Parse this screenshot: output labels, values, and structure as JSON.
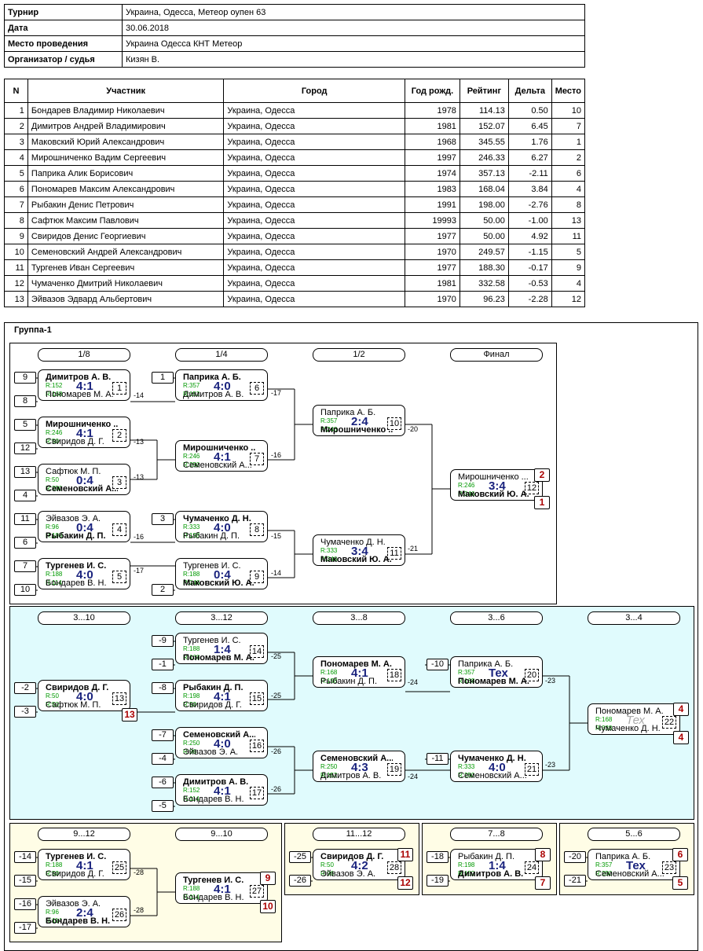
{
  "info": [
    {
      "k": "Турнир",
      "v": "Украина, Одесса, Метеор оупен 63"
    },
    {
      "k": "Дата",
      "v": "30.06.2018"
    },
    {
      "k": "Место проведения",
      "v": "Украина Одесса КНТ Метеор"
    },
    {
      "k": "Организатор / судья",
      "v": "Кизян В."
    }
  ],
  "headers": [
    "N",
    "Участник",
    "Город",
    "Год рожд.",
    "Рейтинг",
    "Дельта",
    "Место"
  ],
  "participants": [
    [
      "1",
      "Бондарев Владимир Николаевич",
      "Украина, Одесса",
      "1978",
      "114.13",
      "0.50",
      "10"
    ],
    [
      "2",
      "Димитров Андрей Владимирович",
      "Украина, Одесса",
      "1981",
      "152.07",
      "6.45",
      "7"
    ],
    [
      "3",
      "Маковский Юрий Александрович",
      "Украина, Одесса",
      "1968",
      "345.55",
      "1.76",
      "1"
    ],
    [
      "4",
      "Мирошниченко Вадим Сергеевич",
      "Украина, Одесса",
      "1997",
      "246.33",
      "6.27",
      "2"
    ],
    [
      "5",
      "Паприка Алик Борисович",
      "Украина, Одесса",
      "1974",
      "357.13",
      "-2.11",
      "6"
    ],
    [
      "6",
      "Пономарев Максим Александрович",
      "Украина, Одесса",
      "1983",
      "168.04",
      "3.84",
      "4"
    ],
    [
      "7",
      "Рыбакин Денис Петрович",
      "Украина, Одесса",
      "1991",
      "198.00",
      "-2.76",
      "8"
    ],
    [
      "8",
      "Сафтюк Максим Павлович",
      "Украина, Одесса",
      "19993",
      "50.00",
      "-1.00",
      "13"
    ],
    [
      "9",
      "Свиридов Денис Георгиевич",
      "Украина, Одесса",
      "1977",
      "50.00",
      "4.92",
      "11"
    ],
    [
      "10",
      "Семеновский Андрей Александрович",
      "Украина, Одесса",
      "1970",
      "249.57",
      "-1.15",
      "5"
    ],
    [
      "11",
      "Тургенев Иван Сергеевич",
      "Украина, Одесса",
      "1977",
      "188.30",
      "-0.17",
      "9"
    ],
    [
      "12",
      "Чумаченко Дмитрий Николаевич",
      "Украина, Одесса",
      "1981",
      "332.58",
      "-0.53",
      "4"
    ],
    [
      "13",
      "Эйвазов Эдвард Альбертович",
      "Украина, Одесса",
      "1970",
      "96.23",
      "-2.28",
      "12"
    ]
  ],
  "group_title": "Группа-1",
  "rounds": [
    "1/8",
    "1/4",
    "1/2",
    "Финал",
    "3...10",
    "3...12",
    "3...8",
    "3...6",
    "3...4",
    "9...12",
    "9...10",
    "11...12",
    "7...8",
    "5...6"
  ],
  "seeds": [
    "9",
    "8",
    "5",
    "12",
    "13",
    "4",
    "11",
    "6",
    "7",
    "10",
    "1",
    "3",
    "2",
    "-2",
    "-3",
    "-9",
    "-1",
    "-8",
    "-7",
    "-4",
    "-6",
    "-5",
    "-10",
    "-11",
    "-14",
    "-15",
    "-16",
    "-17",
    "-25",
    "-26",
    "-18",
    "-19",
    "-20",
    "-21"
  ],
  "loser_labels": [
    "-14",
    "-13",
    "-13",
    "-16",
    "-17",
    "-17",
    "-16",
    "-15",
    "-14",
    "-20",
    "-21",
    "-25",
    "-25",
    "-26",
    "-26",
    "-24",
    "-24",
    "-23",
    "-23",
    "-28",
    "-28"
  ],
  "ranks": [
    "2",
    "1",
    "13",
    "4",
    "4",
    "9",
    "10",
    "11",
    "12",
    "8",
    "7",
    "6",
    "5"
  ],
  "matches": [
    {
      "p1": "Димитров А. В.",
      "r1": "R:152",
      "p2": "Пономарев М. А.",
      "r2": "R:168",
      "score": "4:1",
      "num": "1"
    },
    {
      "p1": "Мирошниченко ...",
      "r1": "R:246",
      "p2": "Свиридов Д. Г.",
      "r2": "R:50",
      "score": "4:1",
      "num": "2"
    },
    {
      "p1": "Сафтюк М. П.",
      "r1": "R:50",
      "p2": "Семеновский А...",
      "r2": "R:250",
      "score": "0:4",
      "num": "3"
    },
    {
      "p1": "Эйвазов Э. А.",
      "r1": "R:96",
      "p2": "Рыбакин Д. П.",
      "r2": "R:198",
      "score": "0:4",
      "num": "4"
    },
    {
      "p1": "Тургенев И. С.",
      "r1": "R:188",
      "p2": "Бондарев В. Н.",
      "r2": "R:114",
      "score": "4:0",
      "num": "5"
    },
    {
      "p1": "Паприка А. Б.",
      "r1": "R:357",
      "p2": "Димитров А. В.",
      "r2": "R:152",
      "score": "4:0",
      "num": "6"
    },
    {
      "p1": "Мирошниченко ...",
      "r1": "R:246",
      "p2": "Семеновский А...",
      "r2": "R:250",
      "score": "4:1",
      "num": "7"
    },
    {
      "p1": "Чумаченко Д. Н.",
      "r1": "R:333",
      "p2": "Рыбакин Д. П.",
      "r2": "R:198",
      "score": "4:0",
      "num": "8"
    },
    {
      "p1": "Тургенев И. С.",
      "r1": "R:188",
      "p2": "Маковский Ю. А.",
      "r2": "R:346",
      "score": "0:4",
      "num": "9"
    },
    {
      "p1": "Паприка А. Б.",
      "r1": "R:357",
      "p2": "Мирошниченко ...",
      "r2": "R:246",
      "score": "2:4",
      "num": "10"
    },
    {
      "p1": "Чумаченко Д. Н.",
      "r1": "R:333",
      "p2": "Маковский Ю. А.",
      "r2": "R:346",
      "score": "3:4",
      "num": "11"
    },
    {
      "p1": "Мирошниченко ...",
      "r1": "R:246",
      "p2": "Маковский Ю. А.",
      "r2": "R:346",
      "score": "3:4",
      "num": "12"
    },
    {
      "p1": "Свиридов Д. Г.",
      "r1": "R:50",
      "p2": "Сафтюк М. П.",
      "r2": "R:50",
      "score": "4:0",
      "num": "13"
    },
    {
      "p1": "Тургенев И. С.",
      "r1": "R:188",
      "p2": "Пономарев М. А.",
      "r2": "R:168",
      "score": "1:4",
      "num": "14"
    },
    {
      "p1": "Рыбакин Д. П.",
      "r1": "R:198",
      "p2": "Свиридов Д. Г.",
      "r2": "R:50",
      "score": "4:1",
      "num": "15"
    },
    {
      "p1": "Семеновский А...",
      "r1": "R:250",
      "p2": "Эйвазов Э. А.",
      "r2": "R:96",
      "score": "4:0",
      "num": "16"
    },
    {
      "p1": "Димитров А. В.",
      "r1": "R:152",
      "p2": "Бондарев В. Н.",
      "r2": "R:114",
      "score": "4:1",
      "num": "17"
    },
    {
      "p1": "Пономарев М. А.",
      "r1": "R:168",
      "p2": "Рыбакин Д. П.",
      "r2": "R:198",
      "score": "4:1",
      "num": "18"
    },
    {
      "p1": "Семеновский А...",
      "r1": "R:250",
      "p2": "Димитров А. В.",
      "r2": "R:152",
      "score": "4:3",
      "num": "19"
    },
    {
      "p1": "Паприка А. Б.",
      "r1": "R:357",
      "p2": "Пономарев М. А.",
      "r2": "R:168",
      "score": "Тех",
      "num": "20"
    },
    {
      "p1": "Чумаченко Д. Н.",
      "r1": "R:333",
      "p2": "Семеновский А...",
      "r2": "R:250",
      "score": "4:0",
      "num": "21"
    },
    {
      "p1": "Пономарев М. А.",
      "r1": "R:168",
      "p2": "Чумаченко Д. Н.",
      "r2": "R:333",
      "score": "Тех",
      "num": "22"
    },
    {
      "p1": "Паприка А. Б.",
      "r1": "R:357",
      "p2": "Семеновский А...",
      "r2": "R:250",
      "score": "Тех",
      "num": "23"
    },
    {
      "p1": "Рыбакин Д. П.",
      "r1": "R:198",
      "p2": "Димитров А. В.",
      "r2": "R:152",
      "score": "1:4",
      "num": "24"
    },
    {
      "p1": "Тургенев И. С.",
      "r1": "R:188",
      "p2": "Свиридов Д. Г.",
      "r2": "R:50",
      "score": "4:1",
      "num": "25"
    },
    {
      "p1": "Эйвазов Э. А.",
      "r1": "R:96",
      "p2": "Бондарев В. Н.",
      "r2": "R:114",
      "score": "2:4",
      "num": "26"
    },
    {
      "p1": "Тургенев И. С.",
      "r1": "R:188",
      "p2": "Бондарев В. Н.",
      "r2": "R:114",
      "score": "4:1",
      "num": "27"
    },
    {
      "p1": "Свиридов Д. Г.",
      "r1": "R:50",
      "p2": "Эйвазов Э. А.",
      "r2": "R:96",
      "score": "4:2",
      "num": "28"
    }
  ]
}
